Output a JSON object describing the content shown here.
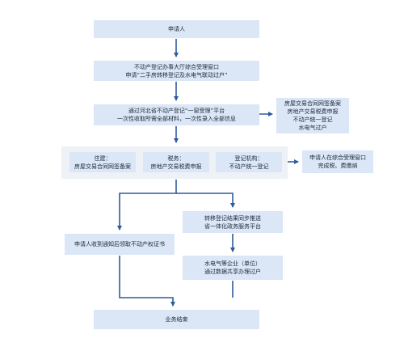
{
  "nodes": {
    "applicant": "申请人",
    "window_1": "不动产登记办事大厅综合受理窗口",
    "window_2": "申请“二手房转移登记及水电气联动过户”",
    "platform_1": "通过河北省不动产登记“一窗受理”平台",
    "platform_2": "一次性收取所需全部材料，一次性录入全部信息",
    "side_1": "房屋交易合同网签备案",
    "side_2": "房地产交易税费申报",
    "side_3": "不动产统一登记",
    "side_4": "水电气过户",
    "housing_1": "住建：",
    "housing_2": "房屋交易合同网签备案",
    "tax_1": "税务：",
    "tax_2": "房地产交易税费申报",
    "registry_1": "登记机构：",
    "registry_2": "不动产统一登记",
    "pay_1": "申请人在综合受理窗口",
    "pay_2": "完成税、费缴纳",
    "certificate": "申请人收到通知后领取不动产权证书",
    "push_1": "转移登记结果同步推送",
    "push_2": "省一体化政务服务平台",
    "utility_1": "水电气等企业（单位）",
    "utility_2": "通过数据共享办理过户",
    "end": "业务结束"
  }
}
